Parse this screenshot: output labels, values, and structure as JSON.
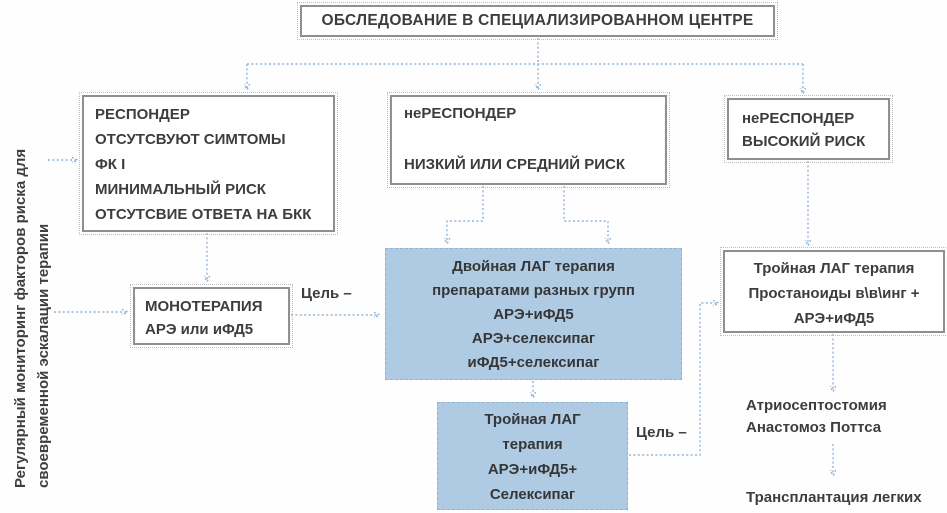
{
  "palette": {
    "connector": "#95b3d7",
    "box_border": "#8f8f8f",
    "text": "#3d3d3d",
    "blue_fill": "#aecbe3",
    "blue_border": "#94b3d2"
  },
  "rotated_note": {
    "line1": "Регулярный мониторинг факторов риска",
    "line2": "для своевременной эскалации терапии"
  },
  "nodes": {
    "center": {
      "title": "ОБСЛЕДОВАНИЕ В СПЕЦИАЛИЗИРОВАННОМ ЦЕНТРЕ"
    },
    "responder": {
      "lines": [
        "РЕСПОНДЕР",
        "ОТСУТСВУЮТ СИМТОМЫ",
        "ФК I",
        "МИНИМАЛЬНЫЙ РИСК",
        "ОТСУТСВИЕ ОТВЕТА НА БКК"
      ]
    },
    "nonresponder_mid": {
      "line1": "неРЕСПОНДЕР",
      "line2": "НИЗКИЙ ИЛИ СРЕДНИЙ РИСК"
    },
    "nonresponder_high": {
      "line1": "неРЕСПОНДЕР",
      "line2": "ВЫСОКИЙ РИСК"
    },
    "monotherapy": {
      "line1": "МОНОТЕРАПИЯ",
      "line2": "АРЭ или иФД5"
    },
    "dual_therapy": {
      "lines": [
        "Двойная ЛАГ терапия",
        "препаратами разных  групп",
        "АРЭ+иФД5",
        "АРЭ+селексипаг",
        "иФД5+селексипаг"
      ]
    },
    "triple_oral": {
      "lines": [
        "Тройная ЛАГ",
        "терапия",
        "АРЭ+иФД5+",
        "Селексипаг"
      ]
    },
    "triple_prostanoid": {
      "lines": [
        "Тройная ЛАГ терапия",
        "Простаноиды в\\в\\инг +",
        "АРЭ+иФД5"
      ]
    },
    "septostomy": {
      "lines": [
        "Атриосептостомия",
        "Анастомоз Поттса"
      ]
    },
    "transplant": {
      "text": "Трансплантация легких"
    }
  },
  "labels": {
    "goal_mono": "Цель –",
    "goal_triple": "Цель –"
  }
}
